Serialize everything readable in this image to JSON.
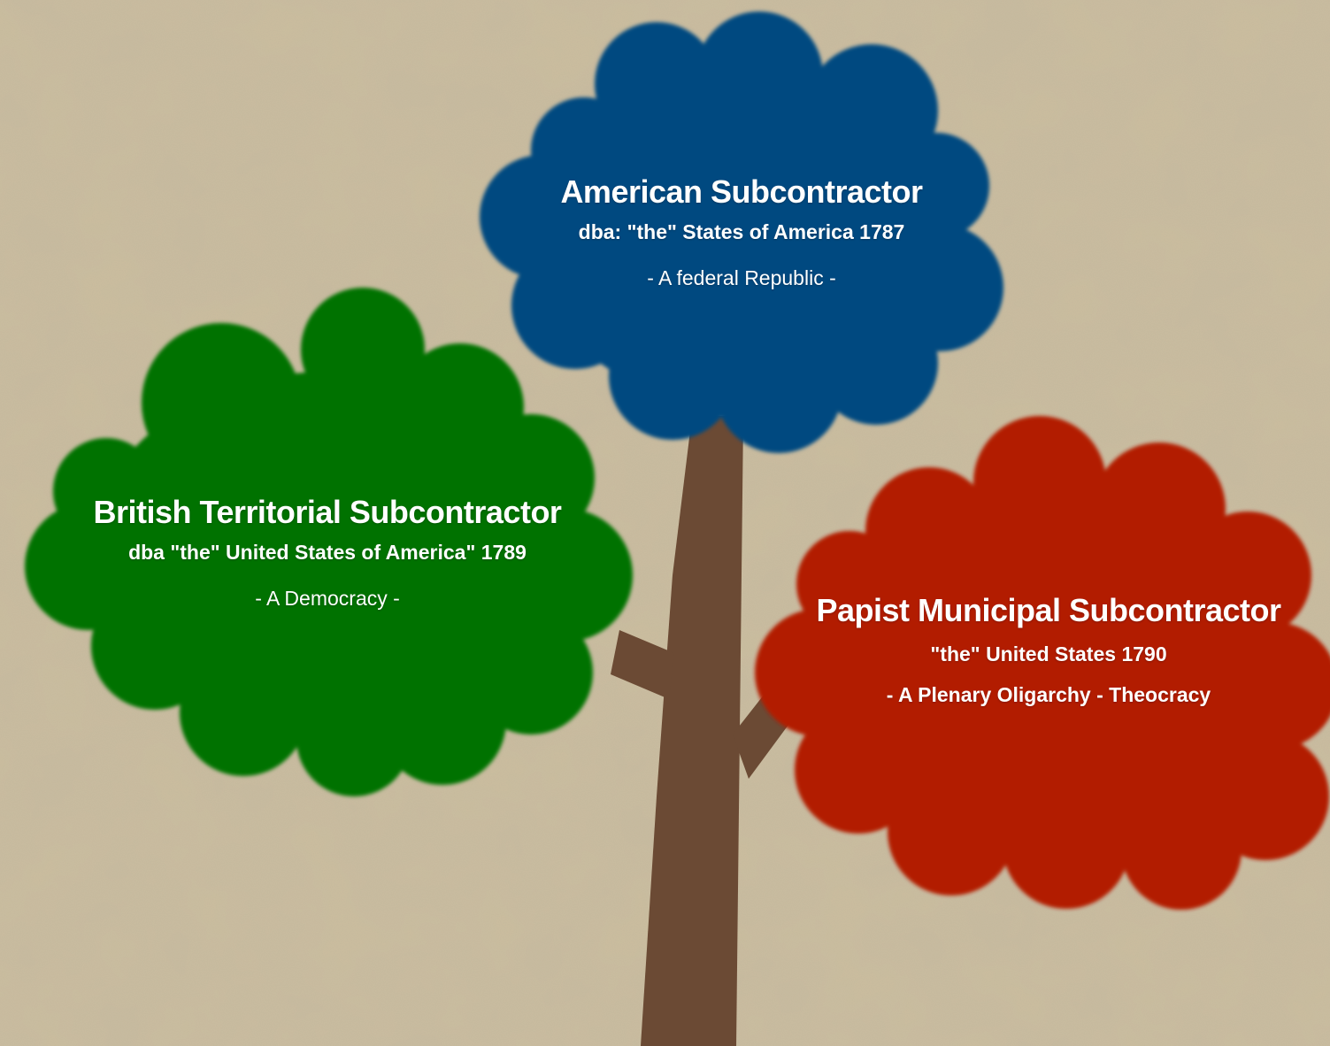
{
  "colors": {
    "background": "#cdbf9f",
    "trunk": "#6b4a34",
    "american_cloud": "#004a80",
    "british_cloud": "#047205",
    "papist_cloud": "#b21a00",
    "text": "#ffffff"
  },
  "american": {
    "title": "American Subcontractor",
    "subtitle": "dba:  \"the\" States of America 1787",
    "tagline": "- A federal Republic -"
  },
  "british": {
    "title": "British Territorial Subcontractor",
    "subtitle": "dba \"the\" United States of America\" 1789",
    "tagline": "- A Democracy -"
  },
  "papist": {
    "title": "Papist Municipal Subcontractor",
    "subtitle": "\"the\" United States 1790",
    "tagline": "- A Plenary Oligarchy - Theocracy"
  }
}
